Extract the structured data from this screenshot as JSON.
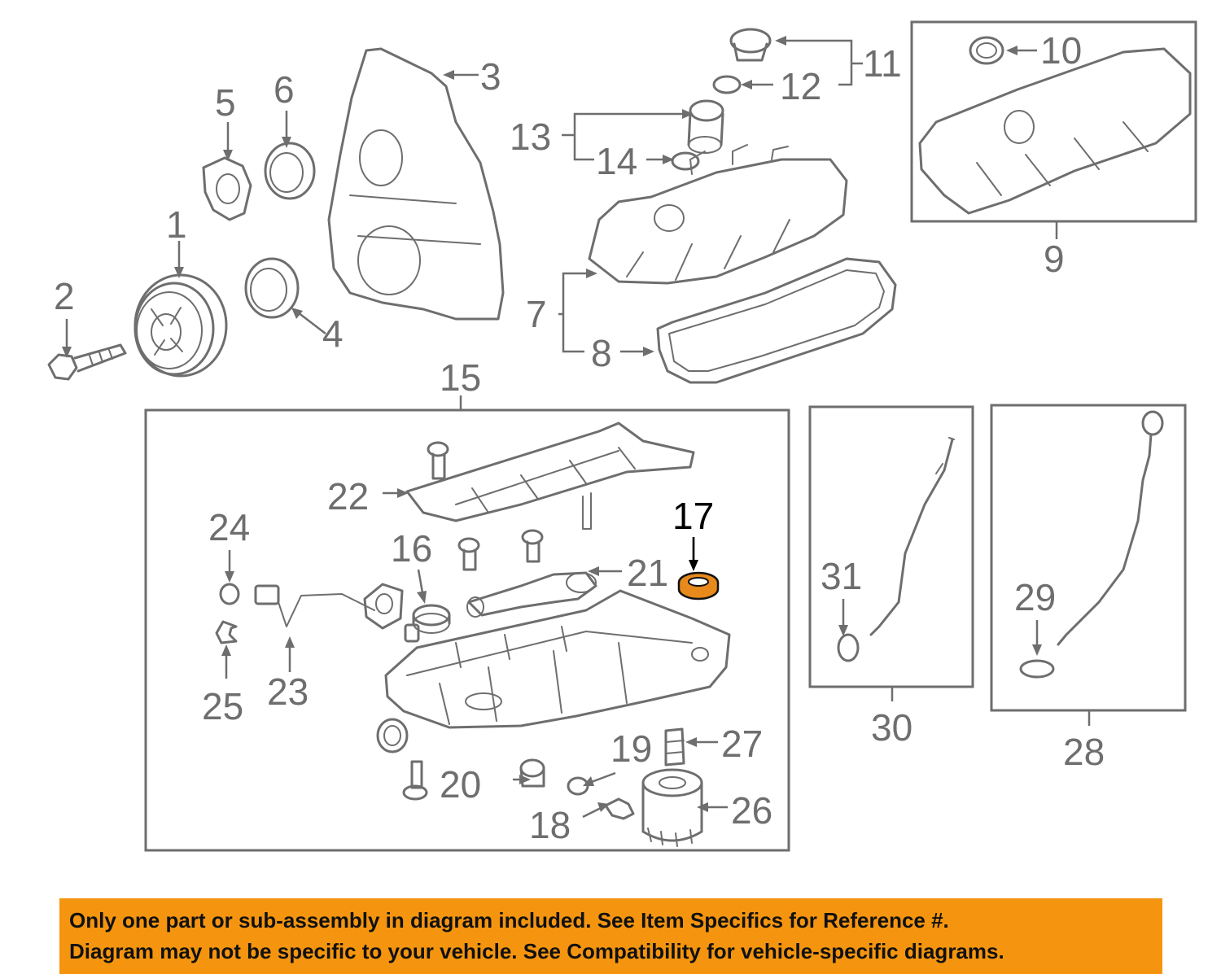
{
  "diagram": {
    "callouts": {
      "c1": "1",
      "c2": "2",
      "c3": "3",
      "c4": "4",
      "c5": "5",
      "c6": "6",
      "c7": "7",
      "c8": "8",
      "c9": "9",
      "c10": "10",
      "c11": "11",
      "c12": "12",
      "c13": "13",
      "c14": "14",
      "c15": "15",
      "c16": "16",
      "c17": "17",
      "c18": "18",
      "c19": "19",
      "c20": "20",
      "c21": "21",
      "c22": "22",
      "c23": "23",
      "c24": "24",
      "c25": "25",
      "c26": "26",
      "c27": "27",
      "c28": "28",
      "c29": "29",
      "c30": "30",
      "c31": "31"
    },
    "highlighted_part": "17",
    "highlight_color": "#e8891c",
    "line_color": "#6e6e6e"
  },
  "disclaimer": {
    "line1": "Only one part or sub-assembly in diagram included. See Item Specifics for Reference #.",
    "line2": "Diagram may not be specific to your vehicle. See Compatibility for vehicle-specific diagrams.",
    "background_color": "#f5950f"
  }
}
